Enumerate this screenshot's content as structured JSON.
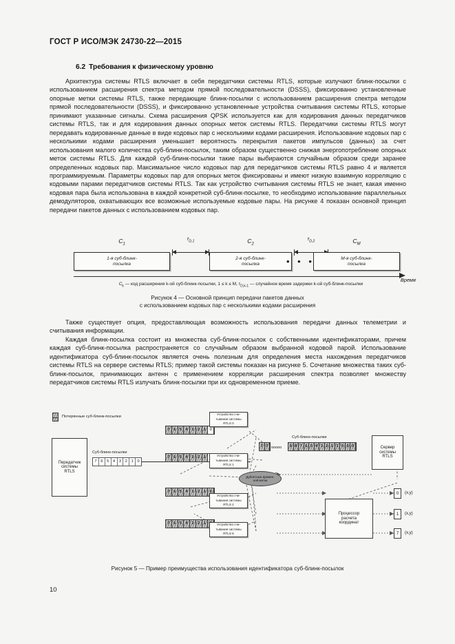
{
  "header": {
    "standard_title": "ГОСТ Р ИСО/МЭК 24730-22—2015"
  },
  "section": {
    "number": "6.2",
    "title": "Требования к физическому уровню"
  },
  "paragraphs": {
    "p1": "Архитектура системы RTLS включает в себя передатчики системы RTLS, которые излучают блинк-посылки с использованием расширения спектра методом прямой последовательности (DSSS), фиксированно установленные опорные метки системы RTLS, также передающие блинк-посылки с использованием расширения спектра методом прямой последовательности (DSSS), и фиксированно установленные устройства считывания системы RTLS, которые принимают указанные сигналы. Схема расширения QPSK используется как для кодирования данных передатчиков системы RTLS, так и для кодирования данных опорных меток системы RTLS. Передатчики системы RTLS могут передавать кодированные данные в виде кодовых пар с несколькими кодами расширения. Использование кодовых пар с несколькими кодами расширения уменьшает вероятность перекрытия пакетов импульсов (данных) за счет использования малого количества суб-блинк-посылок, таким образом существенно снижая энергопотребление опорных меток системы RTLS. Для каждой суб-блинк-посылки такие пары выбираются случайным образом среди заранее определенных кодовых пар. Максимальное число кодовых пар для передатчиков системы RTLS равно 4 и является программируемым. Параметры кодовых пар для опорных меток фиксированы и имеют низкую взаимную корреляцию с кодовыми парами передатчиков системы RTLS. Так как устройство считывания системы RTLS не знает, какая именно кодовая пара была использована в каждой конкретной суб-блинк-посылке, то необходимо использование параллельных демодуляторов, охватывающих все возможные используемые кодовые пары. На рисунке 4 показан основной принцип передачи пакетов данных с использованием кодовых пар.",
    "p2": "Также существует опция, предоставляющая возможность использования передачи данных телеметрии и считывания информации.",
    "p3": "Каждая блинк-посылка состоит из множества суб-блинк-посылок с собственными идентификаторами, причем каждая суб-блинк-посылка распространяется со случайным образом выбранной кодовой парой. Использование идентификатора суб-блинк-посылок является очень полезным для определения места нахождения передатчиков системы RTLS на сервере системы RTLS; пример такой системы показан на рисунке 5. Сочетание множества таких суб-блинк-посылок, принимающих антенн с применением корреляции расширения спектра позволяет множеству передатчиков системы RTLS излучать блинк-посылки при их одновременном приеме."
  },
  "figure4": {
    "boxes": [
      {
        "label_line1": "1-я суб-блинк-",
        "label_line2": "посылка"
      },
      {
        "label_line1": "2-я суб-блинк-",
        "label_line2": "посылка"
      },
      {
        "label_line1": "M-я суб-блинк-",
        "label_line2": "посылка"
      }
    ],
    "codes": [
      "C",
      "C",
      "C"
    ],
    "code_subs": [
      "1",
      "2",
      "M"
    ],
    "delays": [
      "τ",
      "τ"
    ],
    "delay_subs": [
      "D,1",
      "D,2"
    ],
    "ellipsis": "• • •",
    "time_axis_label": "Время",
    "note_prefix": "C",
    "note_sub": "k",
    "note_text": " — код расширения k-ой суб-блинк-посылки, 1 ≤ k ≤ M, τ",
    "note_sub2": "D,k-1",
    "note_text2": " — случайное время задержки k-ой суб-блинк-посылки",
    "caption_line1": "Рисунок 4 — Основной принцип передачи пакетов данных",
    "caption_line2": "с использованием кодовых пар с несколькими кодами расширения"
  },
  "figure5": {
    "legend_text": "Потерянные суб-блинк-посылки",
    "transmitter": {
      "line1": "Передатчик",
      "line2": "системы",
      "line3": "RTLS"
    },
    "subblink_label": "Суб-блинк-посылки",
    "subblink_label_right": "Суб-блинк-посылки",
    "source_cells": [
      "7",
      "6",
      "5",
      "4",
      "3",
      "2",
      "1",
      "0"
    ],
    "received_rows": [
      {
        "cells": [
          "7",
          "6",
          "5",
          "4",
          "3",
          "2",
          "1",
          "0"
        ],
        "clear": [
          7
        ]
      },
      {
        "cells": [
          "7",
          "6",
          "5",
          "4",
          "3",
          "2",
          "1",
          "0"
        ],
        "clear": [
          7
        ]
      },
      {
        "cells": [
          "7",
          "6",
          "5",
          "4",
          "3",
          "2",
          "1",
          "0"
        ],
        "clear": []
      },
      {
        "cells": [
          "7",
          "6",
          "5",
          "4",
          "3",
          "2",
          "1",
          "0"
        ],
        "clear": []
      }
    ],
    "readers": [
      {
        "line1": "Устройство счи-",
        "line2": "тывания системы",
        "line3": "RTLS 0"
      },
      {
        "line1": "Устройство счи-",
        "line2": "тывания системы",
        "line3": "RTLS 1"
      },
      {
        "line1": "Устройство счи-",
        "line2": "тывания системы",
        "line3": "RTLS 2"
      },
      {
        "line1": "Устройство счи-",
        "line2": "тывания системы",
        "line3": "RTLS 8"
      }
    ],
    "oval": {
      "line1": "Дублетные времен-",
      "line2": "ной метки"
    },
    "short_strip_cells": [
      "7",
      "7"
    ],
    "short_strip_zeros": "ооооо",
    "server_strip_cells": [
      "9",
      "8",
      "7",
      "6",
      "5",
      "4",
      "3",
      "2",
      "1",
      "1",
      "0",
      "0",
      "0"
    ],
    "server": {
      "line1": "Сервер",
      "line2": "системы",
      "line3": "RTLS"
    },
    "processor": {
      "line1": "Процессор",
      "line2": "расчета",
      "line3": "координат"
    },
    "outputs": [
      {
        "id": "0",
        "xy": "(x,y)"
      },
      {
        "id": "1",
        "xy": "(x,y)"
      },
      {
        "id": "7",
        "xy": "(x,y)"
      }
    ],
    "caption": "Рисунок 5 — Пример преимущества использования идентификатора суб-блинк-посылок"
  },
  "footer": {
    "page_number": "10"
  }
}
